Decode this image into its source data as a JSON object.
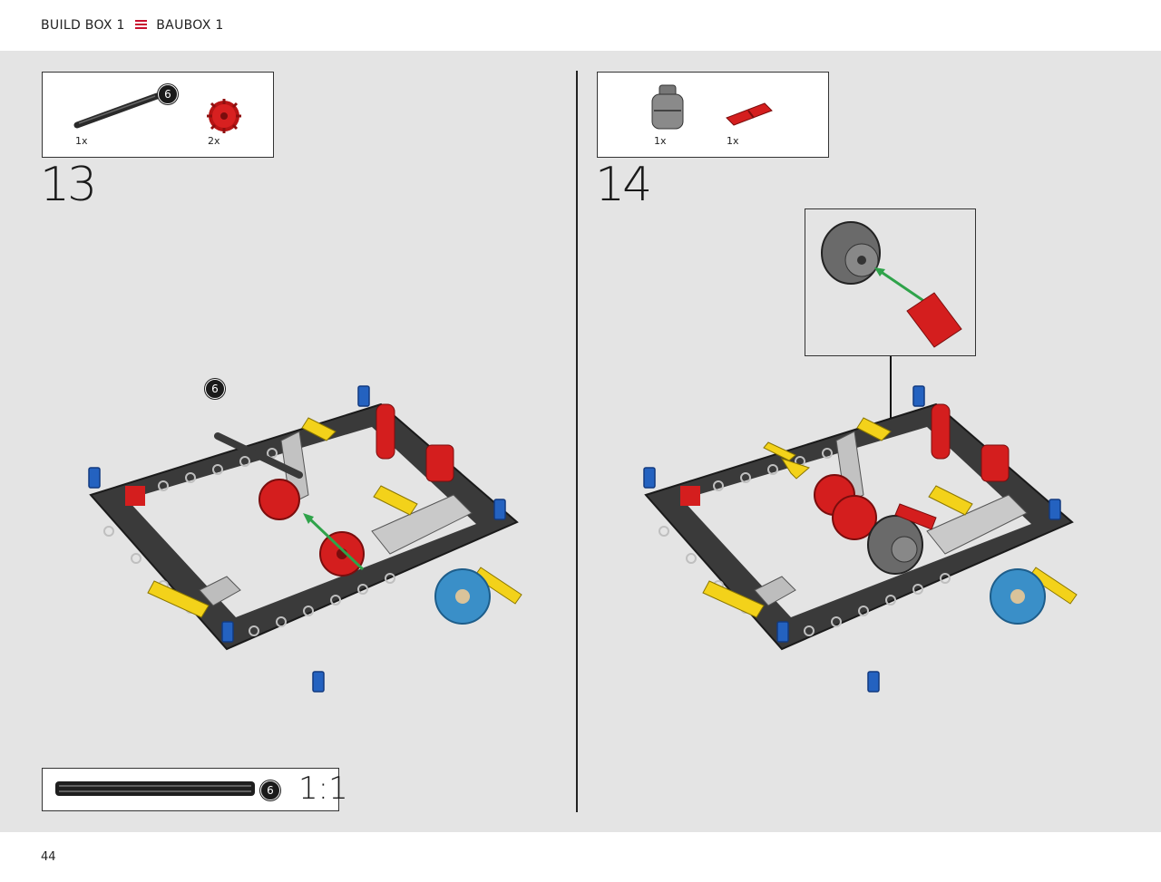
{
  "header": {
    "left_title": "BUILD BOX 1",
    "right_title": "BAUBOX 1",
    "accent_color": "#c8102e"
  },
  "steps": [
    {
      "number": "13",
      "parts": [
        {
          "icon": "axle-6-icon",
          "length_badge": "6",
          "qty": "1x"
        },
        {
          "icon": "red-gear-icon",
          "qty": "2x"
        }
      ],
      "assembly_badge": "6",
      "scale": {
        "length_badge": "6",
        "label": "1:1"
      }
    },
    {
      "number": "14",
      "parts": [
        {
          "icon": "grey-bush-icon",
          "qty": "1x"
        },
        {
          "icon": "red-pin-icon",
          "qty": "1x"
        }
      ]
    }
  ],
  "footer": {
    "page_number": "44"
  },
  "colors": {
    "panel_bg": "#e4e4e4",
    "frame": "#3a3a3a",
    "red": "#d41e1e",
    "yellow": "#f3d21a",
    "blue": "#2462c0",
    "grey": "#bdbdbd",
    "green_arrow": "#2fa34a"
  }
}
